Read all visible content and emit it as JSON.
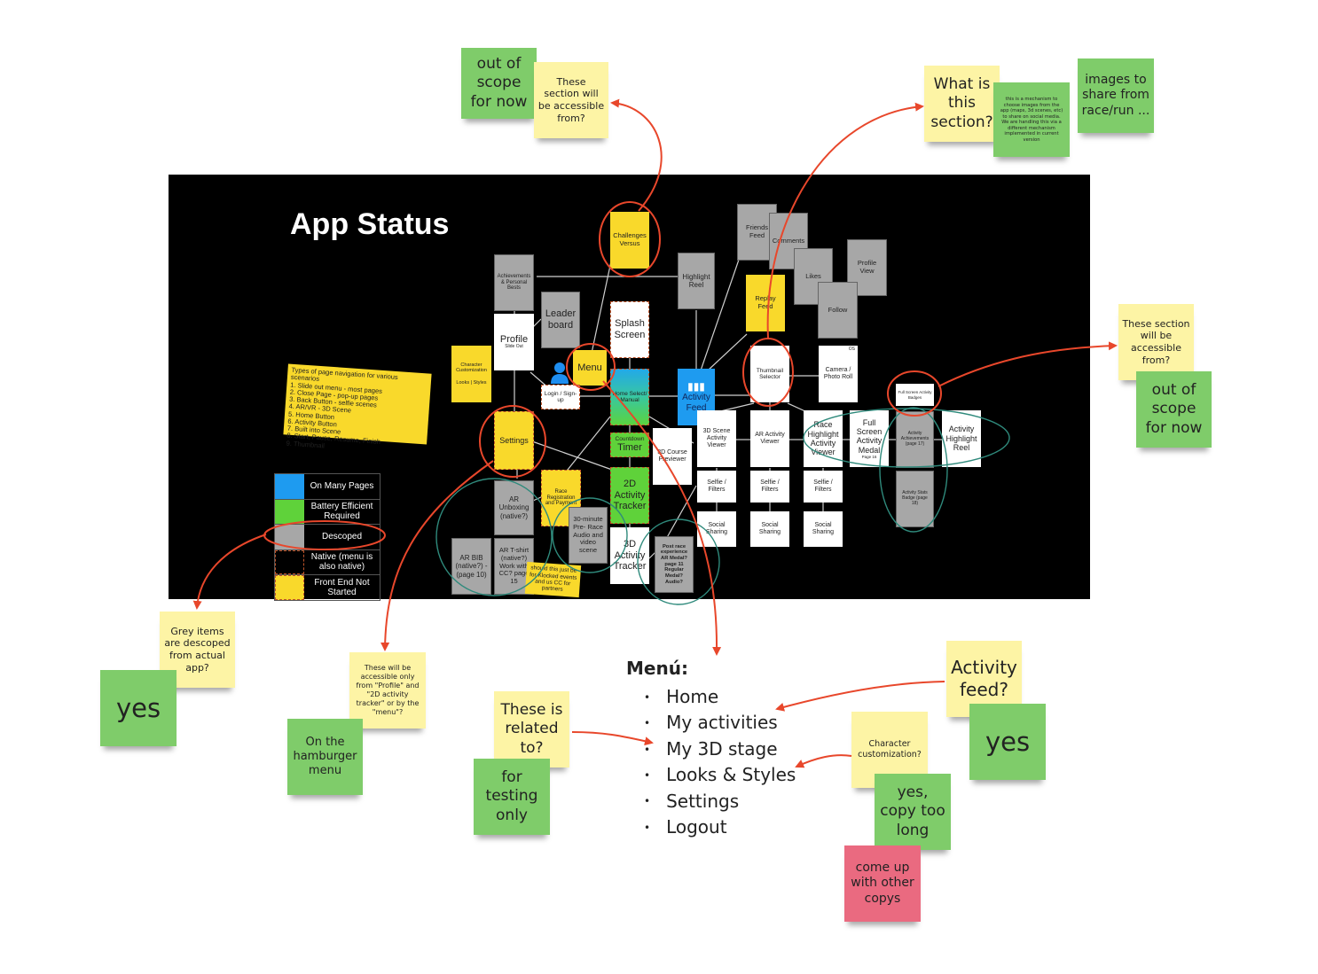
{
  "board": {
    "title": "App Status",
    "nav_note": {
      "heading": "Types of page navigation for various scenarios",
      "items": [
        "1. Slide out menu - most pages",
        "2. Close Page - pop-up pages",
        "3. Back Button - selfie scenes",
        "4. AR/VR - 3D Scene",
        "5. Home Button",
        "6. Activity Button",
        "7. Built into Scene",
        "8. Start, Pause, Resume, Finish",
        "9. Thumbnail"
      ]
    },
    "legend": [
      {
        "label": "On Many Pages",
        "color": "#1e9bf0"
      },
      {
        "label": "Battery Efficient Required",
        "color": "#5fd23a"
      },
      {
        "label": "Descoped",
        "color": "#a7a7a7"
      },
      {
        "label": "Native (menu is also native)",
        "color": "#000000"
      },
      {
        "label": "Front End Not Started",
        "color": "#f9d92b"
      }
    ],
    "nodes": {
      "achievements": {
        "label": "Achievements & Personal Bests"
      },
      "challenges": {
        "label": "Challenges Versus"
      },
      "highlight_reel": {
        "label": "Highlight Reel"
      },
      "friends_feed": {
        "label": "Friends Feed"
      },
      "comments": {
        "label": "Comments"
      },
      "likes": {
        "label": "Likes"
      },
      "profile_view": {
        "label": "Profile View"
      },
      "follow": {
        "label": "Follow"
      },
      "replay_feed": {
        "label": "Replay Feed"
      },
      "leaderboard": {
        "label": "Leader board"
      },
      "profile": {
        "label": "Profile",
        "sub": "Slide Out"
      },
      "splash": {
        "label": "Splash Screen"
      },
      "character": {
        "label": "Character Customization",
        "sub": "Looks | Styles"
      },
      "menu": {
        "label": "Menu"
      },
      "login": {
        "label": "Login / Sign-up"
      },
      "home": {
        "label": "Home Select/ Manual"
      },
      "activity_feed": {
        "label": "Activity Feed"
      },
      "thumbnail": {
        "label": "Thumbnail Selector"
      },
      "camera": {
        "label": "Camera / Photo Roll",
        "sub": "OS"
      },
      "fs_badges": {
        "label": "Full Screen Activity Badges"
      },
      "settings": {
        "label": "Settings"
      },
      "countdown": {
        "label": "Countdown",
        "sub": "Timer"
      },
      "course_preview": {
        "label": "3D Course Previewer"
      },
      "scene_viewer": {
        "label": "3D Scene Activity Viewer"
      },
      "ar_viewer": {
        "label": "AR Activity Viewer"
      },
      "race_highlight": {
        "label": "Race Highlight Activity Viewer"
      },
      "fs_medal": {
        "label": "Full Screen Activity Medal",
        "sub": "Page 16"
      },
      "achievements_p17": {
        "label": "Activity Achievements (page 17)"
      },
      "activity_highlight": {
        "label": "Activity Highlight Reel"
      },
      "stats_badge": {
        "label": "Activity Stats Badge (page 18)"
      },
      "selfie1": {
        "label": "Selfie / Filters"
      },
      "selfie2": {
        "label": "Selfie / Filters"
      },
      "selfie3": {
        "label": "Selfie / Filters"
      },
      "social1": {
        "label": "Social Sharing"
      },
      "social2": {
        "label": "Social Sharing"
      },
      "social3": {
        "label": "Social Sharing"
      },
      "race_reg": {
        "label": "Race Registration and Payment"
      },
      "tracker2d": {
        "label": "2D Activity Tracker"
      },
      "tracker3d": {
        "label": "3D Activity Tracker"
      },
      "ar_unboxing": {
        "label": "AR Unboxing (native?)"
      },
      "prerace": {
        "label": "30-minute Pre- Race Audio and video scene"
      },
      "ar_bib": {
        "label": "AR BIB (native?) - (page 10)"
      },
      "ar_tshirt": {
        "label": "AR T-shirt (native?) Work with CC? page 15"
      },
      "klocked_note": {
        "label": "should this just be for Klocked events and us CC for partners"
      },
      "post_race": {
        "label": "Post race experience AR Medal? page 11 Regular Medal? Audio?"
      }
    }
  },
  "stickies": {
    "top_left_question": "These section will be accessible from?",
    "top_left_answer": "out of scope for now",
    "top_right_question": "What is this section?",
    "top_right_answer": "this is a mechanism to choose images from the app (maps, 3d scenes, etc) to share on social media. We are handling this via a different mechanism implemented in current version",
    "top_right_note": "images to share from race/run ...",
    "right_question": "These section will be accessible from?",
    "right_answer": "out of scope for now",
    "grey_question": "Grey items are descoped from actual app?",
    "grey_answer": "yes",
    "settings_question": "These will be accessible only from \"Profile\" and \"2D activity tracker\" or by the \"menu\"?",
    "settings_answer": "On the hamburger menu",
    "stage_question": "These is related to?",
    "stage_answer": "for testing only",
    "feed_question": "Activity feed?",
    "feed_answer": "yes",
    "char_question": "Character customization?",
    "char_answer": "yes, copy too long",
    "char_followup": "come up with other copys"
  },
  "menu": {
    "title": "Menú:",
    "items": [
      "Home",
      "My activities",
      "My 3D stage",
      "Looks & Styles",
      "Settings",
      "Logout"
    ]
  },
  "colors": {
    "annotation_red": "#e8472b",
    "circle_teal": "#2f8a7c",
    "sticky_yellow": "#fdf4a5",
    "sticky_green": "#7fcc6a",
    "sticky_pink": "#ea6a80"
  }
}
